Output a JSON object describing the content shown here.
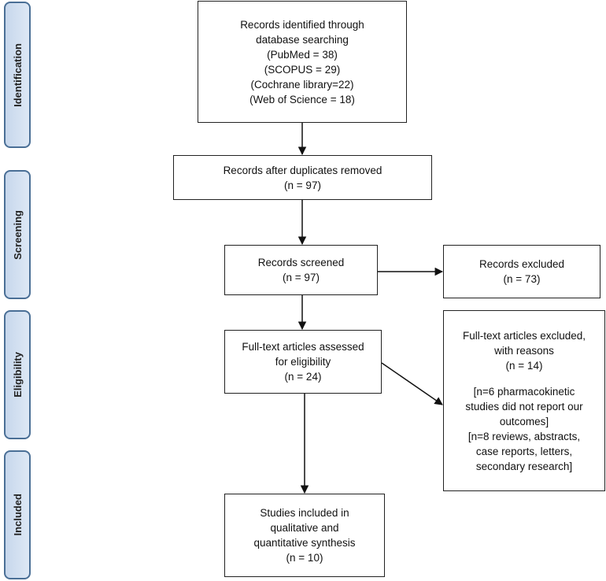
{
  "phases": {
    "identification": "Identification",
    "screening": "Screening",
    "eligibility": "Eligibility",
    "included": "Included"
  },
  "boxes": {
    "identified": {
      "line1": "Records identified through",
      "line2": "database searching",
      "line3": "(PubMed = 38)",
      "line4": "(SCOPUS = 29)",
      "line5": "(Cochrane library=22)",
      "line6": "(Web of Science = 18)"
    },
    "duplicates_removed": {
      "line1": "Records after duplicates removed",
      "line2": "(n = 97)"
    },
    "screened": {
      "line1": "Records screened",
      "line2": "(n = 97)"
    },
    "excluded": {
      "line1": "Records excluded",
      "line2": "(n = 73)"
    },
    "fulltext_assessed": {
      "line1": "Full-text articles assessed",
      "line2": "for eligibility",
      "line3": "(n = 24)"
    },
    "fulltext_excluded": {
      "line1": "Full-text articles excluded,",
      "line2": "with reasons",
      "line3": "(n = 14)",
      "line4": "[n=6 pharmacokinetic",
      "line5": "studies did not report our",
      "line6": "outcomes]",
      "line7": "[n=8 reviews, abstracts,",
      "line8": "case reports, letters,",
      "line9": "secondary research]"
    },
    "included_studies": {
      "line1": "Studies included in",
      "line2": "qualitative and",
      "line3": "quantitative synthesis",
      "line4": "(n = 10)"
    }
  },
  "colors": {
    "phase_fill": "#c7d7ec",
    "phase_border": "#4a6f96",
    "box_border": "#222222",
    "arrow": "#111111"
  }
}
